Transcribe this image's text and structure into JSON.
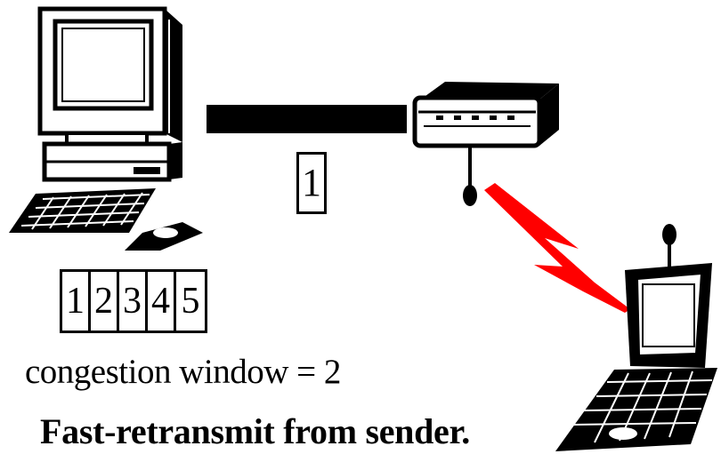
{
  "packet_in_transit": "1",
  "sender_buffer": [
    "1",
    "2",
    "3",
    "4",
    "5"
  ],
  "congestion_window_text": "congestion window = 2",
  "caption": "Fast-retransmit from sender.",
  "colors": {
    "wireless_link": "#ff0000",
    "line": "#000000",
    "background": "#ffffff"
  }
}
